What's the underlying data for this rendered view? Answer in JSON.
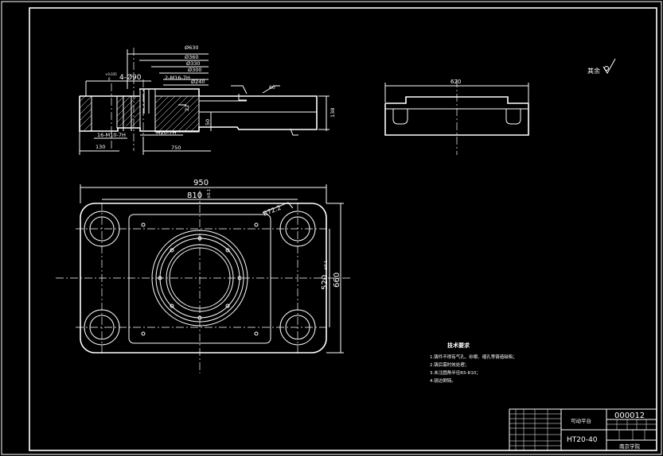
{
  "drawing": {
    "roughness_symbol": "其余",
    "title_block": {
      "part_name": "可动平台",
      "drawing_number": "000012",
      "material": "HT20-40",
      "school": "南京学院"
    },
    "technical_requirements": {
      "title": "技术要求",
      "items": [
        "1.铸件不得有气孔、砂眼、缩孔等铸造缺陷；",
        "2.铸后需时效处理；",
        "3.未注圆角半径R5-R10；",
        "4.锐边倒钝。"
      ]
    }
  },
  "section_view": {
    "dims": {
      "d630": "Ø630",
      "d360": "Ø360",
      "d330": "Ø330",
      "d300": "Ø300",
      "d240": "Ø240",
      "holes_4x90": "4-Ø90",
      "tap_2m16": "2-M16-7H",
      "tap_16m10": "16-M10-7H",
      "tap_m20": "M20-7H",
      "w130": "130",
      "w750": "750",
      "h22": "22",
      "h50": "50",
      "h138": "138",
      "tol_top": "+0.035",
      "tol_bot": "0",
      "angle": "60"
    }
  },
  "side_view": {
    "dims": {
      "w620": "620"
    }
  },
  "plan_view": {
    "dims": {
      "w950": "950",
      "w810": "810",
      "h660": "660",
      "h520": "520",
      "tol810": "±0.1",
      "tol520": "±0.1",
      "r": "R72.2"
    }
  }
}
